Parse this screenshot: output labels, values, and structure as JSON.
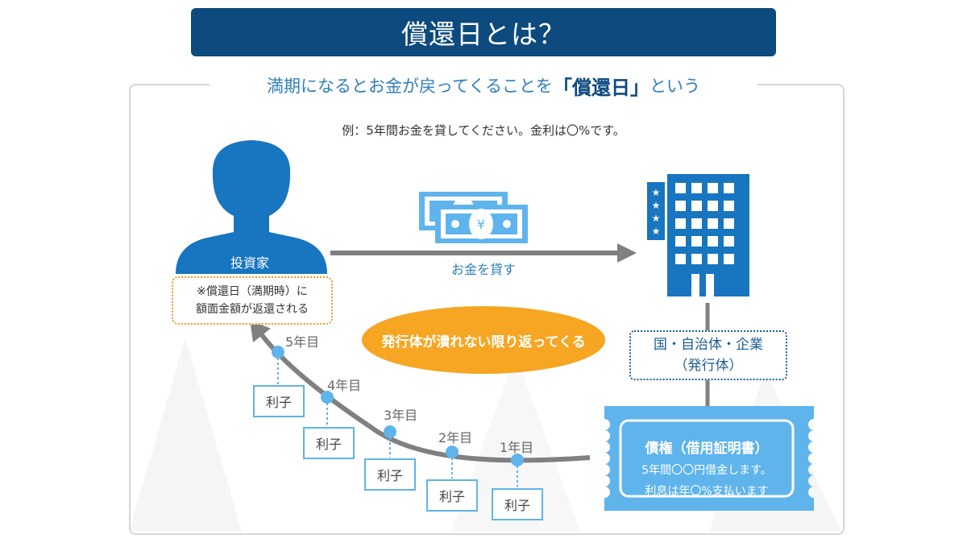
{
  "title": "償還日とは？",
  "subtitle": {
    "before": "満期になるとお金が戻ってくることを",
    "highlight": "「償還日」",
    "after": "という"
  },
  "example": "例：5年間お金を貸してください。金利は〇%です。",
  "investor": {
    "label": "投資家",
    "note_line1": "※償還日（満期時）に",
    "note_line2": "額面金額が返還される"
  },
  "money": {
    "label": "お金を貸す",
    "symbol": "¥"
  },
  "oval_text": "発行体が潰れない限り返ってくる",
  "issuer": {
    "line1": "国・自治体・企業",
    "line2": "（発行体）"
  },
  "bond": {
    "title": "債権（借用証明書）",
    "line1": "5年間〇〇円借金します。",
    "line2": "利息は年〇%支払います"
  },
  "years": [
    {
      "year": "5年目",
      "interest": "利子"
    },
    {
      "year": "4年目",
      "interest": "利子"
    },
    {
      "year": "3年目",
      "interest": "利子"
    },
    {
      "year": "2年目",
      "interest": "利子"
    },
    {
      "year": "1年目",
      "interest": "利子"
    }
  ],
  "colors": {
    "dark_blue": "#0d4a7e",
    "blue": "#1875c0",
    "light_blue": "#5fb4ec",
    "orange": "#f6a623",
    "gray": "#808080"
  }
}
